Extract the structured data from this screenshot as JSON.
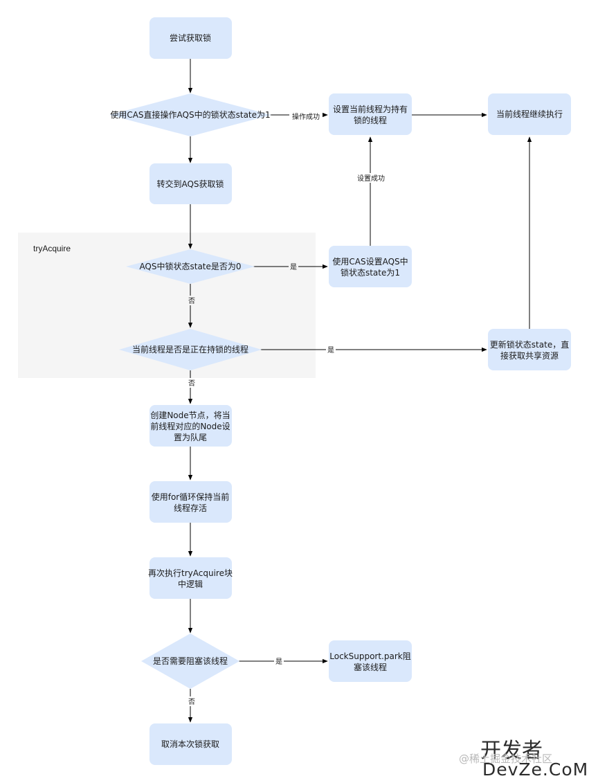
{
  "group": {
    "label": "tryAcquire"
  },
  "nodes": {
    "try_lock": "尝试获取锁",
    "cas_direct": "使用CAS直接操作AQS中的锁状态state为1",
    "set_owner": [
      "设置当前线程为持有",
      "锁的线程"
    ],
    "continue_exec": "当前线程继续执行",
    "delegate_aqs": "转交到AQS获取锁",
    "state_zero": "AQS中锁状态state是否为0",
    "cas_set": [
      "使用CAS设置AQS中",
      "锁状态state为1"
    ],
    "is_holder": "当前线程是否是正在持锁的线程",
    "update_state": [
      "更新锁状态state，直",
      "接获取共享资源"
    ],
    "create_node": [
      "创建Node节点，将当",
      "前线程对应的Node设",
      "置为队尾"
    ],
    "for_loop": [
      "使用for循环保持当前",
      "线程存活"
    ],
    "retry": [
      "再次执行tryAcquire块",
      "中逻辑"
    ],
    "need_block": "是否需要阻塞该线程",
    "park": [
      "LockSupport.park阻",
      "塞该线程"
    ],
    "cancel": "取消本次锁获取"
  },
  "edges": {
    "op_success": "操作成功",
    "set_success": "设置成功",
    "yes_1": "是",
    "no_1": "否",
    "yes_2": "是",
    "no_2": "否",
    "yes_3": "是",
    "no_3": "否"
  },
  "watermark": {
    "cn": "开发者",
    "community": "@稀土掘金技术社区",
    "en": "DevZe.CoM"
  },
  "colors": {
    "node_fill": "#dae8fc",
    "group_fill": "#f5f5f5",
    "line": "#000000"
  }
}
